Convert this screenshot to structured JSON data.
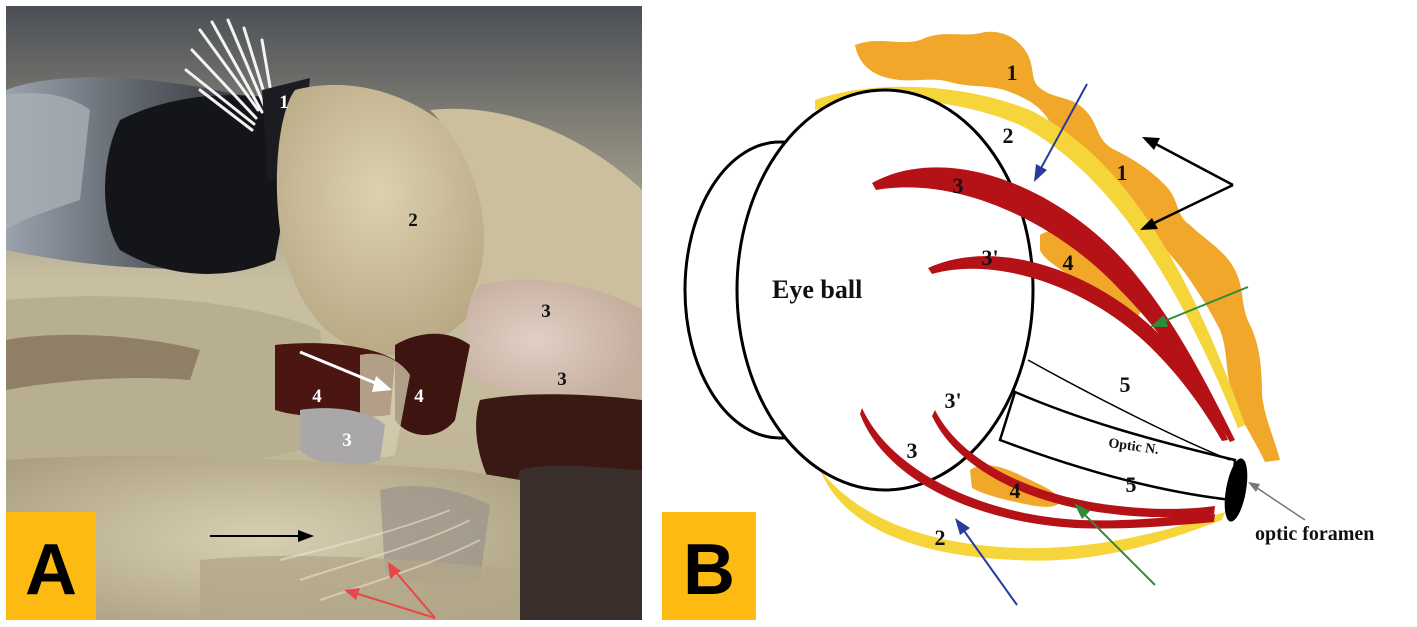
{
  "panel_a": {
    "letter": "A",
    "labels": {
      "l1": "1",
      "l2": "2",
      "l3a": "3",
      "l3b": "3",
      "l3c": "3",
      "l4a": "4",
      "l4b": "4"
    }
  },
  "panel_b": {
    "letter": "B",
    "eyeball": "Eye ball",
    "optic_nerve": "Optic N.",
    "optic_foramen": "optic foramen",
    "labels": {
      "l1a": "1",
      "l1b": "1",
      "l2a": "2",
      "l2b": "2",
      "l3a": "3",
      "l3b": "3",
      "l3pa": "3'",
      "l3pb": "3'",
      "l4a": "4",
      "l4b": "4",
      "l5a": "5",
      "l5b": "5"
    }
  },
  "colors": {
    "letter_box": "#FDBA12",
    "fat_orange": "#F0A72A",
    "yellow_band": "#F5D53A",
    "red_muscle": "#B51218",
    "blue_arrow": "#2B3B9B",
    "green_arrow": "#2E8B3A",
    "red_arrow": "#E8474A"
  }
}
